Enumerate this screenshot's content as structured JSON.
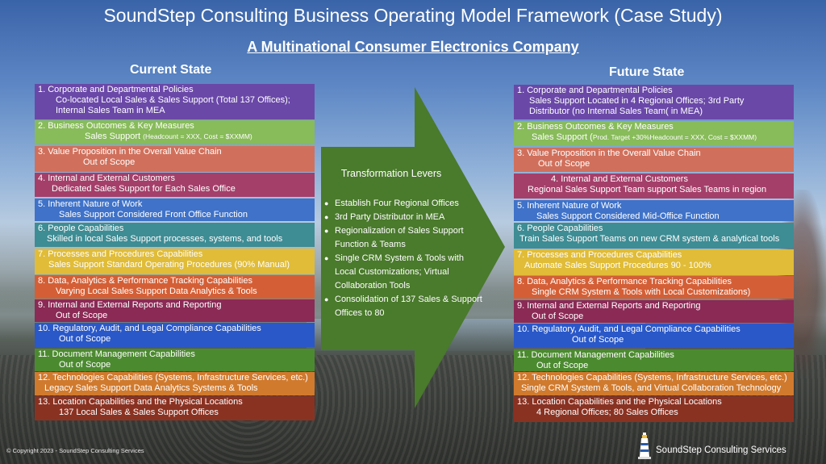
{
  "title": "SoundStep Consulting Business Operating Model Framework (Case Study)",
  "subtitle": "A Multinational Consumer Electronics Company",
  "current_state": {
    "heading": "Current State",
    "items": [
      {
        "heading": "1.  Corporate and Departmental Policies",
        "detail": "Co-located Local Sales & Sales Support (Total 137 Offices);",
        "detail2": "Internal Sales Team in MEA",
        "color": "#6a48a8"
      },
      {
        "heading": "2.  Business Outcomes & Key Measures",
        "detail": "Sales Support ",
        "detail_small": "(Headcount = XXX, Cost = $XXMM)",
        "color": "#88bb5a"
      },
      {
        "heading": "3.  Value Proposition in the Overall Value Chain",
        "detail": "Out of Scope",
        "color": "#d0705c"
      },
      {
        "heading": "4.  Internal and External Customers",
        "detail": "Dedicated Sales Support for Each Sales Office",
        "color": "#a43f6a"
      },
      {
        "heading": "5.  Inherent Nature of Work",
        "detail": "Sales Support Considered Front Office Function",
        "color": "#3f72c8"
      },
      {
        "heading": "6.   People Capabilities",
        "detail": "Skilled in local Sales Support processes, systems, and tools",
        "color": "#3e8c94"
      },
      {
        "heading": "7.  Processes and Procedures Capabilities",
        "detail": "Sales Support Standard Operating Procedures (90% Manual)",
        "color": "#e0bc38"
      },
      {
        "heading": "8.  Data, Analytics & Performance Tracking Capabilities",
        "detail": "Varying Local Sales Support Data Analytics & Tools",
        "color": "#d45f36"
      },
      {
        "heading": "9.  Internal and External Reports and Reporting",
        "detail": "Out of Scope",
        "color": "#8a2a55"
      },
      {
        "heading": "10.  Regulatory, Audit, and Legal Compliance Capabilities",
        "detail": "Out of Scope",
        "color": "#2a58c8"
      },
      {
        "heading": "11. Document Management Capabilities",
        "detail": "Out of Scope",
        "color": "#4c8a30"
      },
      {
        "heading": "12. Technologies Capabilities (Systems, Infrastructure Services, etc.)",
        "detail": "Legacy Sales Support Data Analytics Systems & Tools",
        "color": "#d07a2e"
      },
      {
        "heading": "13.  Location Capabilities and the Physical Locations",
        "detail": "137 Local Sales & Sales Support Offices",
        "color": "#8a3222"
      }
    ]
  },
  "future_state": {
    "heading": "Future State",
    "items": [
      {
        "heading": "1.  Corporate and Departmental Policies",
        "detail": "Sales Support Located in 4 Regional Offices; 3rd Party",
        "detail2": "Distributor (no Internal Sales Team( in MEA)",
        "color": "#6a48a8"
      },
      {
        "heading": "2.  Business Outcomes & Key Measures",
        "detail": "Sales Support (",
        "detail_small": "Prod. Target +30%Headcount = XXX, Cost = $XXMM)",
        "color": "#88bb5a"
      },
      {
        "heading": "3.  Value Proposition in the Overall Value Chain",
        "detail": "Out of Scope",
        "color": "#d0705c"
      },
      {
        "heading": "4.  Internal and External Customers",
        "detail": "Regional Sales Support Team support Sales Teams  in region",
        "color": "#a43f6a"
      },
      {
        "heading": "5.  Inherent Nature of Work",
        "detail": "Sales Support Considered Mid-Office Function",
        "color": "#3f72c8"
      },
      {
        "heading": "6.   People Capabilities",
        "detail": "Train Sales Support Teams on new CRM system & analytical tools",
        "color": "#3e8c94"
      },
      {
        "heading": "7.  Processes and Procedures Capabilities",
        "detail": "Automate Sales Support Procedures 90 - 100%",
        "color": "#e0bc38"
      },
      {
        "heading": "8.  Data, Analytics & Performance Tracking Capabilities",
        "detail": "Single CRM System & Tools with Local Customizations)",
        "color": "#d45f36"
      },
      {
        "heading": "9.  Internal and External Reports and Reporting",
        "detail": "Out of Scope",
        "color": "#8a2a55"
      },
      {
        "heading": "10.  Regulatory, Audit, and Legal Compliance Capabilities",
        "detail": "Out of Scope",
        "color": "#2a58c8"
      },
      {
        "heading": "11. Document Management Capabilities",
        "detail": "Out of Scope",
        "color": "#4c8a30"
      },
      {
        "heading": "12. Technologies Capabilities (Systems, Infrastructure Services, etc.)",
        "detail": "Single CRM System & Tools, and Virtual Collaboration Technology",
        "color": "#d07a2e"
      },
      {
        "heading": "13.  Location Capabilities and the Physical Locations",
        "detail": "4 Regional Offices; 80 Sales Offices",
        "color": "#8a3222"
      }
    ]
  },
  "transformation": {
    "title": "Transformation Levers",
    "color": "#4a7a2c",
    "levers": [
      "Establish Four Regional Offices",
      "3rd Party Distributor in MEA",
      "Regionalization of Sales Support Function & Teams",
      "Single CRM System & Tools with Local Customizations; Virtual Collaboration Tools",
      "Consolidation of 137 Sales & Support Offices to 80"
    ]
  },
  "footer": {
    "copyright": "© Copyright 2023 - SoundStep Consulting Services",
    "brand": "SoundStep Consulting Services",
    "logo_icon": "lighthouse-icon"
  }
}
